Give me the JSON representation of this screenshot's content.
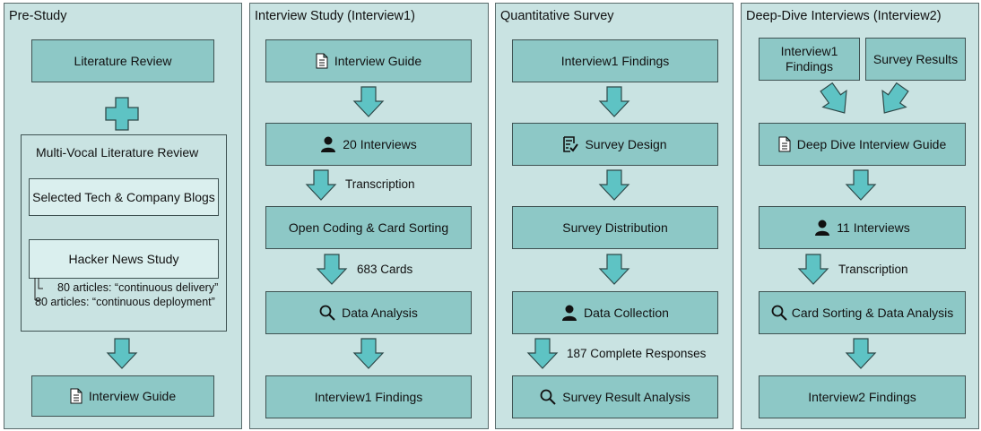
{
  "colors": {
    "panel": "#c9e3e2",
    "box": "#8dc8c6",
    "arrow": "#5ec3c4",
    "border": "#3e5252"
  },
  "panels": [
    {
      "title": "Pre-Study"
    },
    {
      "title": "Interview Study (Interview1)"
    },
    {
      "title": "Quantitative Survey"
    },
    {
      "title": "Deep-Dive Interviews (Interview2)"
    }
  ],
  "prestudy": {
    "lit_review": "Literature Review",
    "mvlr_title": "Multi-Vocal Literature Review",
    "blogs": "Selected Tech & Company Blogs",
    "hn_study": "Hacker News Study",
    "hn_note1": "80 articles: “continuous delivery”",
    "hn_note2": "80 articles: “continuous deployment”",
    "interview_guide": "Interview Guide"
  },
  "interview1": {
    "guide": "Interview Guide",
    "interviews": "20 Interviews",
    "transcription": "Transcription",
    "coding": "Open Coding & Card Sorting",
    "cards": "683 Cards",
    "analysis": "Data Analysis",
    "findings": "Interview1 Findings"
  },
  "survey": {
    "input": "Interview1 Findings",
    "design": "Survey Design",
    "distribution": "Survey Distribution",
    "collection": "Data Collection",
    "responses": "187 Complete Responses",
    "analysis": "Survey Result Analysis"
  },
  "interview2": {
    "input1": "Interview1 Findings",
    "input2": "Survey Results",
    "guide": "Deep Dive Interview Guide",
    "interviews": "11 Interviews",
    "transcription": "Transcription",
    "analysis": "Card Sorting & Data Analysis",
    "findings": "Interview2 Findings"
  }
}
